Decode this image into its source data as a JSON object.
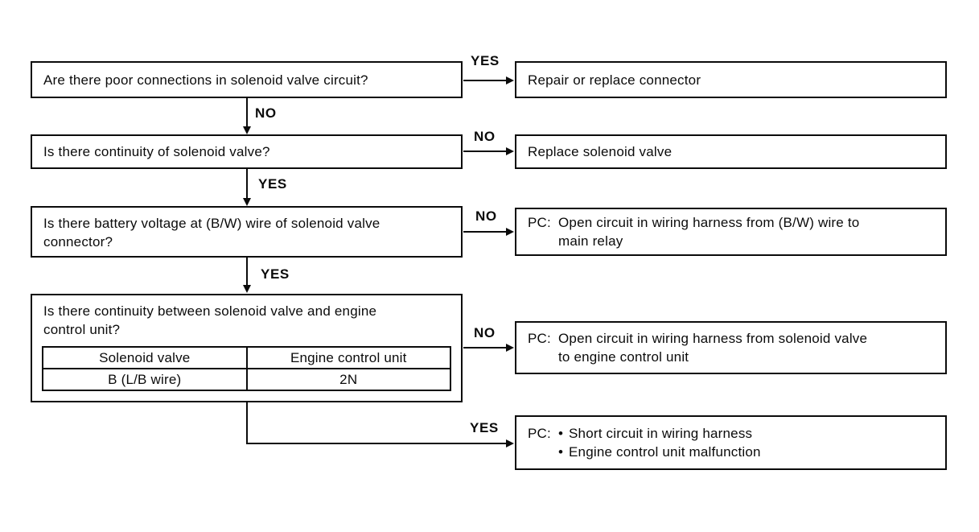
{
  "flowchart": {
    "questions": {
      "q1": {
        "text": "Are there poor connections in solenoid valve circuit?"
      },
      "q2": {
        "text": "Is there continuity of solenoid valve?"
      },
      "q3": {
        "line1": "Is there battery voltage at (B/W) wire of solenoid valve",
        "line2": "connector?"
      },
      "q4": {
        "line1": "Is there continuity between solenoid valve and engine",
        "line2": "control unit?",
        "table": {
          "col1_header": "Solenoid valve",
          "col2_header": "Engine control unit",
          "col1_value": "B (L/B wire)",
          "col2_value": "2N"
        }
      }
    },
    "results": {
      "r1": {
        "text": "Repair or replace connector"
      },
      "r2": {
        "text": "Replace solenoid valve"
      },
      "r3": {
        "prefix": "PC:",
        "line1": "Open circuit in wiring harness from (B/W) wire to",
        "line2": "main relay"
      },
      "r4": {
        "prefix": "PC:",
        "line1": "Open circuit in wiring harness from solenoid valve",
        "line2": "to engine control unit"
      },
      "r5": {
        "prefix": "PC:",
        "bullet": "•",
        "item1": "Short circuit in wiring harness",
        "item2": "Engine control unit malfunction"
      }
    },
    "branches": {
      "q1_right": "YES",
      "q1_down": "NO",
      "q2_right": "NO",
      "q2_down": "YES",
      "q3_right": "NO",
      "q3_down": "YES",
      "q4_right": "NO",
      "q4_down": "YES"
    },
    "colors": {
      "line": "#0b0b0b",
      "background": "#ffffff"
    }
  }
}
